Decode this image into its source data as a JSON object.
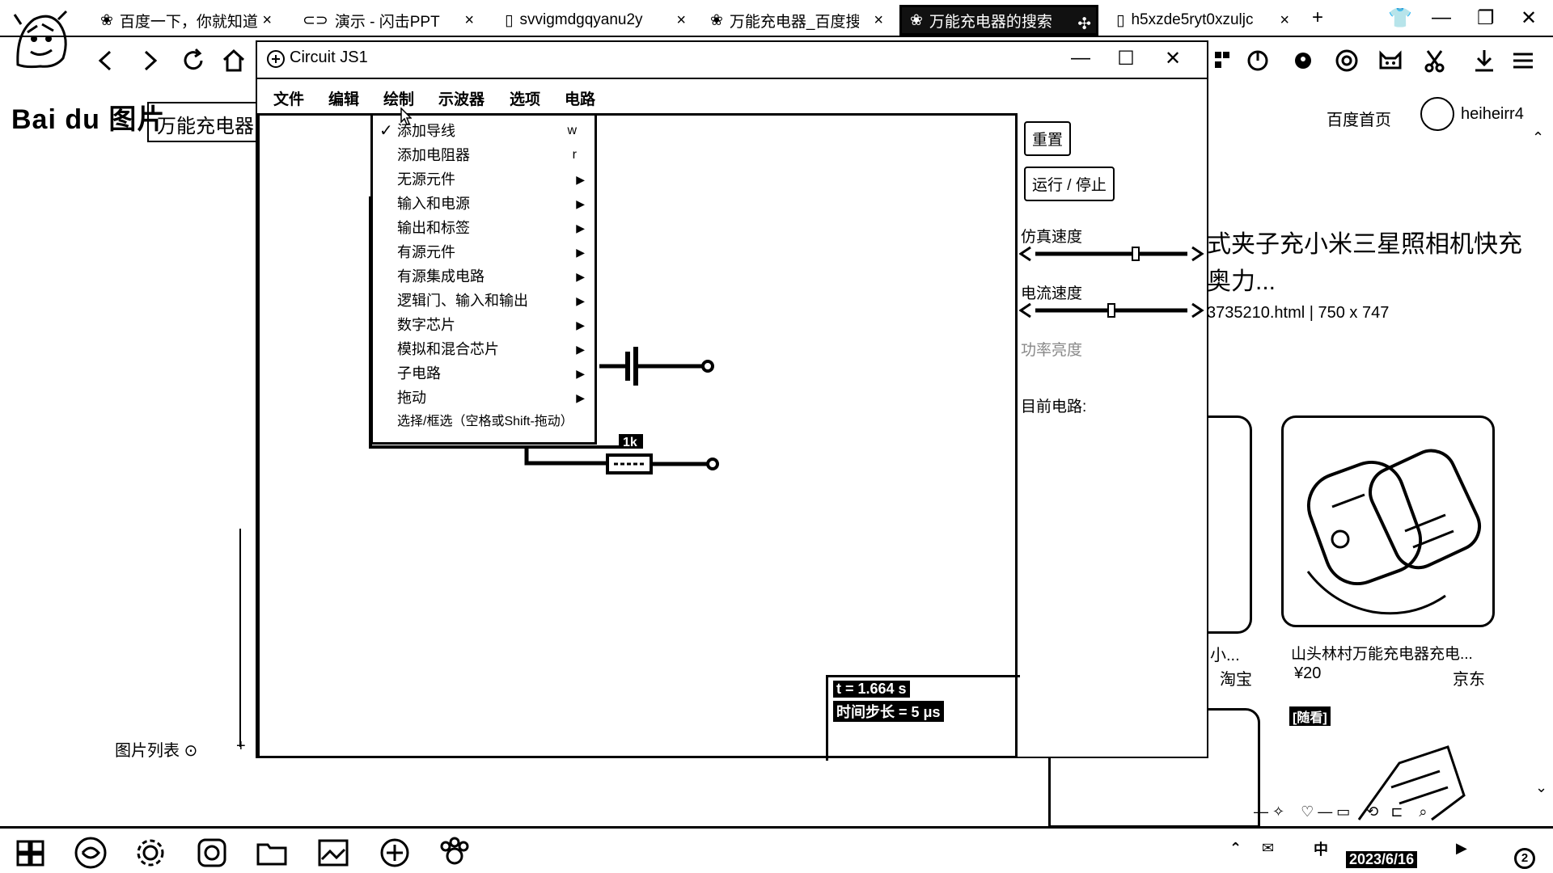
{
  "browser": {
    "tabs": [
      {
        "title": "百度一下，你就知道",
        "icon": "paw-icon"
      },
      {
        "title": "演示 - 闪击PPT",
        "icon": "link-icon"
      },
      {
        "title": "svvigmdgqyanu2y",
        "icon": "doc-icon"
      },
      {
        "title": "万能充电器_百度搜",
        "icon": "paw-icon"
      },
      {
        "title": "万能充电器的搜索",
        "icon": "paw-icon",
        "active": true
      },
      {
        "title": "h5xzde5ryt0xzuljc",
        "icon": "doc-icon"
      }
    ],
    "new_tab": "+",
    "tab_close": "×"
  },
  "baidu": {
    "logo": "Bai du 图片",
    "search_value": "万能充电器",
    "home_link": "百度首页",
    "username": "heiheirr4",
    "result_title": "式夹子充小米三星照相机快充 奥力...",
    "result_meta": "3735210.html | 750 x 747",
    "list_label": "图片列表",
    "list_add": "+",
    "card1_caption": "小...",
    "card1_source": "淘宝",
    "card2_caption": "山头林村万能充电器充电...",
    "card2_price": "¥20",
    "card2_source": "京东",
    "card3_badge": "[随看]"
  },
  "circuit": {
    "title": "Circuit JS1",
    "menus": [
      "文件",
      "编辑",
      "绘制",
      "示波器",
      "选项",
      "电路"
    ],
    "draw_menu": [
      {
        "label": "添加导线",
        "shortcut": "w",
        "checked": true
      },
      {
        "label": "添加电阻器",
        "shortcut": "r"
      },
      {
        "label": "无源元件",
        "submenu": true
      },
      {
        "label": "输入和电源",
        "submenu": true
      },
      {
        "label": "输出和标签",
        "submenu": true
      },
      {
        "label": "有源元件",
        "submenu": true
      },
      {
        "label": "有源集成电路",
        "submenu": true
      },
      {
        "label": "逻辑门、输入和输出",
        "submenu": true
      },
      {
        "label": "数字芯片",
        "submenu": true
      },
      {
        "label": "模拟和混合芯片",
        "submenu": true
      },
      {
        "label": "子电路",
        "submenu": true
      },
      {
        "label": "拖动",
        "submenu": true
      },
      {
        "label": "选择/框选（空格或Shift-拖动）"
      }
    ],
    "resistor_label": "1k",
    "time": "t = 1.664 s",
    "timestep": "时间步长 = 5 μs",
    "side": {
      "reset": "重置",
      "run_stop": "运行 / 停止",
      "sim_speed": "仿真速度",
      "current_speed": "电流速度",
      "power_brightness": "功率亮度",
      "current_circuit": "目前电路:"
    }
  },
  "taskbar": {
    "ime": "中",
    "date": "2023/6/16",
    "notif_count": "2"
  },
  "colors": {
    "ink": "#000000",
    "paper": "#ffffff"
  }
}
